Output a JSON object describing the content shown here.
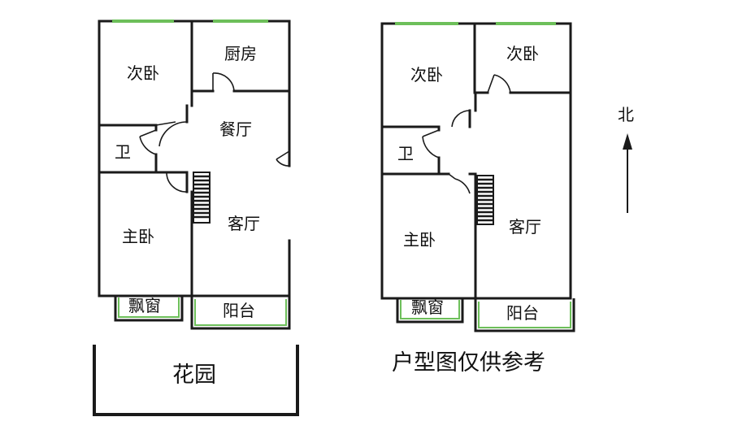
{
  "left_plan": {
    "rooms": {
      "bedroom2": "次卧",
      "kitchen": "厨房",
      "dining": "餐厅",
      "bathroom": "卫",
      "master": "主卧",
      "living": "客厅",
      "bay_window": "飘窗",
      "balcony": "阳台"
    },
    "garden": "花园"
  },
  "right_plan": {
    "rooms": {
      "bedroom_a": "次卧",
      "bedroom_b": "次卧",
      "bathroom": "卫",
      "master": "主卧",
      "living": "客厅",
      "bay_window": "飘窗",
      "balcony": "阳台"
    }
  },
  "note": "户型图仅供参考",
  "compass": {
    "label": "北"
  },
  "colors": {
    "wall": "#1a1a1a",
    "window": "#6dbf5a"
  }
}
